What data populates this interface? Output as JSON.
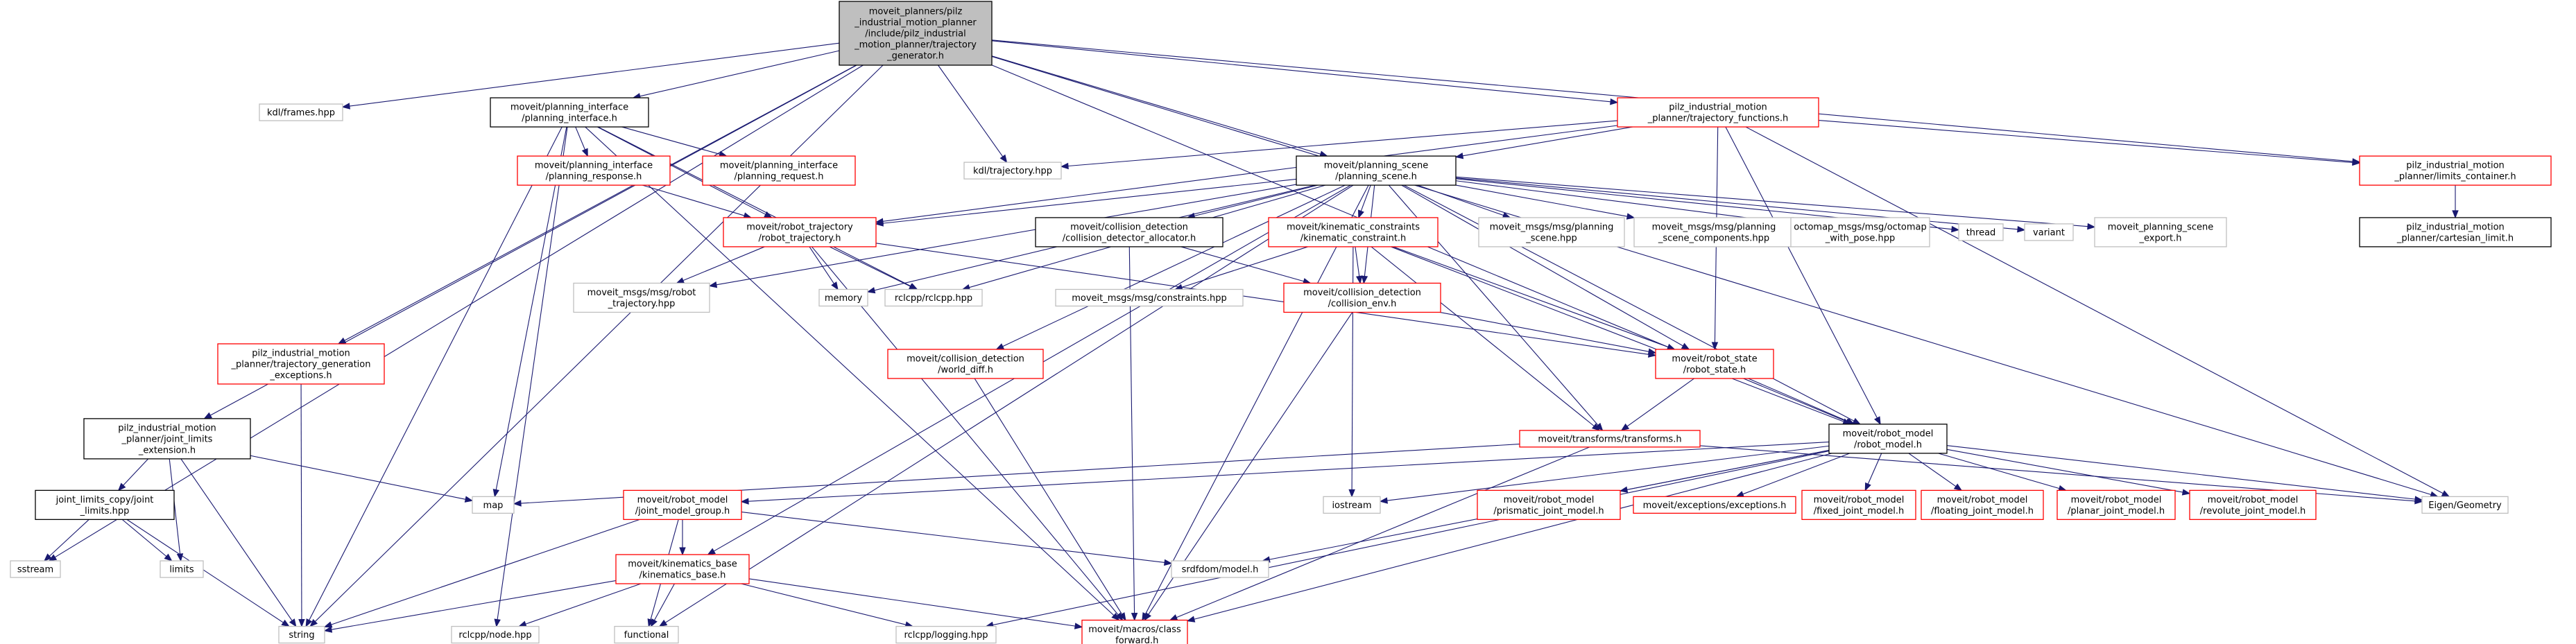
{
  "colors": {
    "edge": "#191970",
    "root_fill": "#bfbfbf",
    "root_border": "#000000",
    "documented_border": "#000000",
    "undocumented_border": "#ff0000",
    "external_border": "#bfbfbf",
    "fill": "#ffffff"
  },
  "nodes": [
    {
      "id": "root",
      "kind": "root",
      "lines": [
        "moveit_planners/pilz",
        "_industrial_motion_planner",
        "/include/pilz_industrial",
        "_motion_planner/trajectory",
        "_generator.h"
      ]
    },
    {
      "id": "kdl_frames",
      "kind": "external",
      "lines": [
        "kdl/frames.hpp"
      ]
    },
    {
      "id": "planning_interface",
      "kind": "documented",
      "lines": [
        "moveit/planning_interface",
        "/planning_interface.h"
      ]
    },
    {
      "id": "traj_functions",
      "kind": "undocumented",
      "lines": [
        "pilz_industrial_motion",
        "_planner/trajectory_functions.h"
      ]
    },
    {
      "id": "kdl_traj",
      "kind": "external",
      "lines": [
        "kdl/trajectory.hpp"
      ]
    },
    {
      "id": "planning_response",
      "kind": "undocumented",
      "lines": [
        "moveit/planning_interface",
        "/planning_response.h"
      ]
    },
    {
      "id": "planning_request",
      "kind": "undocumented",
      "lines": [
        "moveit/planning_interface",
        "/planning_request.h"
      ]
    },
    {
      "id": "planning_scene",
      "kind": "documented",
      "lines": [
        "moveit/planning_scene",
        "/planning_scene.h"
      ]
    },
    {
      "id": "limits_container",
      "kind": "undocumented",
      "lines": [
        "pilz_industrial_motion",
        "_planner/limits_container.h"
      ]
    },
    {
      "id": "cartesian_limit",
      "kind": "documented",
      "lines": [
        "pilz_industrial_motion",
        "_planner/cartesian_limit.h"
      ]
    },
    {
      "id": "robot_trajectory",
      "kind": "undocumented",
      "lines": [
        "moveit/robot_trajectory",
        "/robot_trajectory.h"
      ]
    },
    {
      "id": "collision_detector_allocator",
      "kind": "documented",
      "lines": [
        "moveit/collision_detection",
        "/collision_detector_allocator.h"
      ]
    },
    {
      "id": "kinematic_constraint",
      "kind": "undocumented",
      "lines": [
        "moveit/kinematic_constraints",
        "/kinematic_constraint.h"
      ]
    },
    {
      "id": "ps_msg",
      "kind": "external",
      "lines": [
        "moveit_msgs/msg/planning",
        "_scene.hpp"
      ]
    },
    {
      "id": "psc_msg",
      "kind": "external",
      "lines": [
        "moveit_msgs/msg/planning",
        "_scene_components.hpp"
      ]
    },
    {
      "id": "octomap_msg",
      "kind": "external",
      "lines": [
        "octomap_msgs/msg/octomap",
        "_with_pose.hpp"
      ]
    },
    {
      "id": "thread",
      "kind": "external",
      "lines": [
        "thread"
      ]
    },
    {
      "id": "variant",
      "kind": "external",
      "lines": [
        "variant"
      ]
    },
    {
      "id": "ps_export",
      "kind": "external",
      "lines": [
        "moveit_planning_scene",
        "_export.h"
      ]
    },
    {
      "id": "rt_msg",
      "kind": "external",
      "lines": [
        "moveit_msgs/msg/robot",
        "_trajectory.hpp"
      ]
    },
    {
      "id": "memory",
      "kind": "external",
      "lines": [
        "memory"
      ]
    },
    {
      "id": "rclcpp",
      "kind": "external",
      "lines": [
        "rclcpp/rclcpp.hpp"
      ]
    },
    {
      "id": "constraints_msg",
      "kind": "external",
      "lines": [
        "moveit_msgs/msg/constraints.hpp"
      ]
    },
    {
      "id": "collision_env",
      "kind": "undocumented",
      "lines": [
        "moveit/collision_detection",
        "/collision_env.h"
      ]
    },
    {
      "id": "traj_gen_exceptions",
      "kind": "undocumented",
      "lines": [
        "pilz_industrial_motion",
        "_planner/trajectory_generation",
        "_exceptions.h"
      ]
    },
    {
      "id": "world_diff",
      "kind": "undocumented",
      "lines": [
        "moveit/collision_detection",
        "/world_diff.h"
      ]
    },
    {
      "id": "robot_state",
      "kind": "undocumented",
      "lines": [
        "moveit/robot_state",
        "/robot_state.h"
      ]
    },
    {
      "id": "joint_limits_ext",
      "kind": "documented",
      "lines": [
        "pilz_industrial_motion",
        "_planner/joint_limits",
        "_extension.h"
      ]
    },
    {
      "id": "transforms",
      "kind": "undocumented",
      "lines": [
        "moveit/transforms/transforms.h"
      ]
    },
    {
      "id": "robot_model",
      "kind": "documented",
      "lines": [
        "moveit/robot_model",
        "/robot_model.h"
      ]
    },
    {
      "id": "jl_copy",
      "kind": "documented",
      "lines": [
        "joint_limits_copy/joint",
        "_limits.hpp"
      ]
    },
    {
      "id": "map",
      "kind": "external",
      "lines": [
        "map"
      ]
    },
    {
      "id": "iostream",
      "kind": "external",
      "lines": [
        "iostream"
      ]
    },
    {
      "id": "jmg",
      "kind": "undocumented",
      "lines": [
        "moveit/robot_model",
        "/joint_model_group.h"
      ]
    },
    {
      "id": "prismatic",
      "kind": "undocumented",
      "lines": [
        "moveit/robot_model",
        "/prismatic_joint_model.h"
      ]
    },
    {
      "id": "exceptions",
      "kind": "undocumented",
      "lines": [
        "moveit/exceptions/exceptions.h"
      ]
    },
    {
      "id": "fixed",
      "kind": "undocumented",
      "lines": [
        "moveit/robot_model",
        "/fixed_joint_model.h"
      ]
    },
    {
      "id": "floating",
      "kind": "undocumented",
      "lines": [
        "moveit/robot_model",
        "/floating_joint_model.h"
      ]
    },
    {
      "id": "planar",
      "kind": "undocumented",
      "lines": [
        "moveit/robot_model",
        "/planar_joint_model.h"
      ]
    },
    {
      "id": "revolute",
      "kind": "undocumented",
      "lines": [
        "moveit/robot_model",
        "/revolute_joint_model.h"
      ]
    },
    {
      "id": "eigen",
      "kind": "external",
      "lines": [
        "Eigen/Geometry"
      ]
    },
    {
      "id": "sstream",
      "kind": "external",
      "lines": [
        "sstream"
      ]
    },
    {
      "id": "limits",
      "kind": "external",
      "lines": [
        "limits"
      ]
    },
    {
      "id": "srdfdom",
      "kind": "external",
      "lines": [
        "srdfdom/model.h"
      ]
    },
    {
      "id": "kinematics_base",
      "kind": "undocumented",
      "lines": [
        "moveit/kinematics_base",
        "/kinematics_base.h"
      ]
    },
    {
      "id": "string",
      "kind": "external",
      "lines": [
        "string"
      ]
    },
    {
      "id": "rclcpp_node",
      "kind": "external",
      "lines": [
        "rclcpp/node.hpp"
      ]
    },
    {
      "id": "functional",
      "kind": "external",
      "lines": [
        "functional"
      ]
    },
    {
      "id": "rclcpp_logging",
      "kind": "external",
      "lines": [
        "rclcpp/logging.hpp"
      ]
    },
    {
      "id": "class_forward",
      "kind": "undocumented",
      "lines": [
        "moveit/macros/class",
        "_forward.h"
      ]
    }
  ],
  "edges": [
    [
      "root",
      "kdl_frames"
    ],
    [
      "root",
      "planning_interface"
    ],
    [
      "root",
      "traj_functions"
    ],
    [
      "root",
      "kdl_traj"
    ],
    [
      "root",
      "planning_scene"
    ],
    [
      "root",
      "limits_container"
    ],
    [
      "root",
      "robot_model"
    ],
    [
      "root",
      "eigen"
    ],
    [
      "root",
      "sstream"
    ],
    [
      "root",
      "string"
    ],
    [
      "root",
      "joint_limits_ext"
    ],
    [
      "root",
      "traj_gen_exceptions"
    ],
    [
      "planning_interface",
      "planning_response"
    ],
    [
      "planning_interface",
      "planning_request"
    ],
    [
      "planning_interface",
      "robot_trajectory"
    ],
    [
      "planning_interface",
      "rclcpp"
    ],
    [
      "planning_interface",
      "map"
    ],
    [
      "planning_interface",
      "string"
    ],
    [
      "planning_interface",
      "rclcpp_node"
    ],
    [
      "planning_interface",
      "class_forward"
    ],
    [
      "planning_response",
      "robot_trajectory"
    ],
    [
      "traj_functions",
      "kdl_traj"
    ],
    [
      "traj_functions",
      "planning_scene"
    ],
    [
      "traj_functions",
      "limits_container"
    ],
    [
      "traj_functions",
      "robot_trajectory"
    ],
    [
      "traj_functions",
      "robot_model"
    ],
    [
      "traj_functions",
      "robot_state"
    ],
    [
      "traj_functions",
      "eigen"
    ],
    [
      "limits_container",
      "cartesian_limit"
    ],
    [
      "planning_scene",
      "robot_trajectory"
    ],
    [
      "planning_scene",
      "collision_detector_allocator"
    ],
    [
      "planning_scene",
      "kinematic_constraint"
    ],
    [
      "planning_scene",
      "ps_msg"
    ],
    [
      "planning_scene",
      "psc_msg"
    ],
    [
      "planning_scene",
      "octomap_msg"
    ],
    [
      "planning_scene",
      "thread"
    ],
    [
      "planning_scene",
      "variant"
    ],
    [
      "planning_scene",
      "ps_export"
    ],
    [
      "planning_scene",
      "rt_msg"
    ],
    [
      "planning_scene",
      "memory"
    ],
    [
      "planning_scene",
      "rclcpp"
    ],
    [
      "planning_scene",
      "collision_env"
    ],
    [
      "planning_scene",
      "world_diff"
    ],
    [
      "planning_scene",
      "robot_state"
    ],
    [
      "planning_scene",
      "transforms"
    ],
    [
      "planning_scene",
      "robot_model"
    ],
    [
      "planning_scene",
      "kinematics_base"
    ],
    [
      "planning_scene",
      "functional"
    ],
    [
      "planning_scene",
      "class_forward"
    ],
    [
      "robot_trajectory",
      "rt_msg"
    ],
    [
      "robot_trajectory",
      "memory"
    ],
    [
      "robot_trajectory",
      "rclcpp"
    ],
    [
      "robot_trajectory",
      "robot_state"
    ],
    [
      "robot_trajectory",
      "class_forward"
    ],
    [
      "collision_detector_allocator",
      "collision_env"
    ],
    [
      "collision_detector_allocator",
      "class_forward"
    ],
    [
      "kinematic_constraint",
      "constraints_msg"
    ],
    [
      "kinematic_constraint",
      "collision_env"
    ],
    [
      "kinematic_constraint",
      "robot_state"
    ],
    [
      "kinematic_constraint",
      "transforms"
    ],
    [
      "kinematic_constraint",
      "iostream"
    ],
    [
      "kinematic_constraint",
      "robot_model"
    ],
    [
      "collision_env",
      "robot_state"
    ],
    [
      "collision_env",
      "class_forward"
    ],
    [
      "world_diff",
      "class_forward"
    ],
    [
      "robot_state",
      "transforms"
    ],
    [
      "robot_state",
      "robot_model"
    ],
    [
      "transforms",
      "map"
    ],
    [
      "transforms",
      "eigen"
    ],
    [
      "transforms",
      "class_forward"
    ],
    [
      "robot_model",
      "iostream"
    ],
    [
      "robot_model",
      "jmg"
    ],
    [
      "robot_model",
      "prismatic"
    ],
    [
      "robot_model",
      "exceptions"
    ],
    [
      "robot_model",
      "fixed"
    ],
    [
      "robot_model",
      "floating"
    ],
    [
      "robot_model",
      "planar"
    ],
    [
      "robot_model",
      "revolute"
    ],
    [
      "robot_model",
      "eigen"
    ],
    [
      "robot_model",
      "srdfdom"
    ],
    [
      "robot_model",
      "class_forward"
    ],
    [
      "robot_model",
      "rclcpp_logging"
    ],
    [
      "joint_limits_ext",
      "jl_copy"
    ],
    [
      "joint_limits_ext",
      "map"
    ],
    [
      "joint_limits_ext",
      "limits"
    ],
    [
      "joint_limits_ext",
      "string"
    ],
    [
      "jl_copy",
      "sstream"
    ],
    [
      "jl_copy",
      "limits"
    ],
    [
      "jl_copy",
      "string"
    ],
    [
      "jmg",
      "kinematics_base"
    ],
    [
      "jmg",
      "srdfdom"
    ],
    [
      "jmg",
      "functional"
    ],
    [
      "jmg",
      "string"
    ],
    [
      "kinematics_base",
      "string"
    ],
    [
      "kinematics_base",
      "rclcpp_node"
    ],
    [
      "kinematics_base",
      "functional"
    ],
    [
      "kinematics_base",
      "rclcpp_logging"
    ],
    [
      "kinematics_base",
      "class_forward"
    ],
    [
      "traj_gen_exceptions",
      "string"
    ]
  ]
}
